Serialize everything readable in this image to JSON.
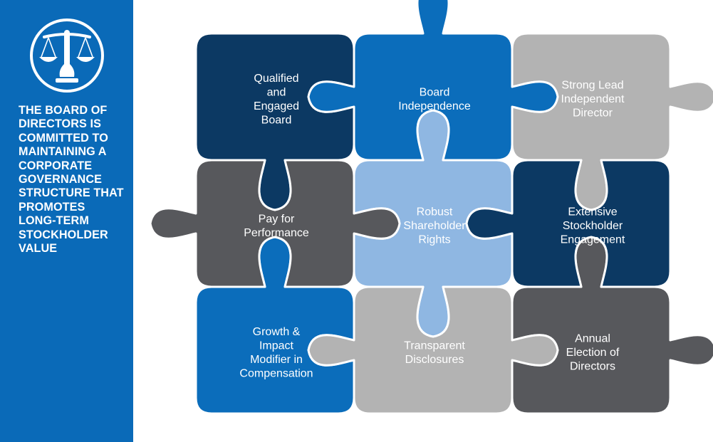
{
  "panel": {
    "statement": "THE BOARD OF DIRECTORS IS COMMITTED TO MAINTAINING A CORPORATE GOVERNANCE STRUCTURE THAT PROMOTES LONG-TERM STOCKHOLDER VALUE",
    "emblem_icon": "scales-of-justice-icon",
    "background_color": "#0a6ab8"
  },
  "pieces": [
    {
      "name": "qualified-and-engaged-board",
      "row": 0,
      "col": 0,
      "color": "#0c3963",
      "label_lines": [
        "Qualified",
        "and",
        "Engaged",
        "Board"
      ]
    },
    {
      "name": "board-independence",
      "row": 0,
      "col": 1,
      "color": "#0b6dbb",
      "label_lines": [
        "Board",
        "Independence"
      ]
    },
    {
      "name": "strong-lead-independent-director",
      "row": 0,
      "col": 2,
      "color": "#b3b3b3",
      "label_lines": [
        "Strong Lead",
        "Independent",
        "Director"
      ]
    },
    {
      "name": "pay-for-performance",
      "row": 1,
      "col": 0,
      "color": "#57585c",
      "label_lines": [
        "Pay for",
        "Performance"
      ]
    },
    {
      "name": "robust-shareholder-rights",
      "row": 1,
      "col": 1,
      "color": "#8fb7e2",
      "label_lines": [
        "Robust",
        "Shareholder",
        "Rights"
      ]
    },
    {
      "name": "extensive-stockholder-engagement",
      "row": 1,
      "col": 2,
      "color": "#0c3963",
      "label_lines": [
        "Extensive",
        "Stockholder",
        "Engagement"
      ]
    },
    {
      "name": "growth-and-impact-modifier",
      "row": 2,
      "col": 0,
      "color": "#0b6dbb",
      "label_lines": [
        "Growth &",
        "Impact",
        "Modifier in",
        "Compensation"
      ]
    },
    {
      "name": "transparent-disclosures",
      "row": 2,
      "col": 1,
      "color": "#b3b3b3",
      "label_lines": [
        "Transparent",
        "Disclosures"
      ]
    },
    {
      "name": "annual-election-of-directors",
      "row": 2,
      "col": 2,
      "color": "#57585c",
      "label_lines": [
        "Annual",
        "Election of",
        "Directors"
      ]
    }
  ]
}
